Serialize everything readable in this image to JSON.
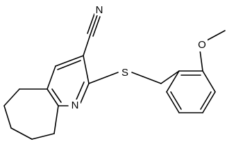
{
  "molecule": {
    "atoms": {
      "nitrile_n": "N",
      "sulfur": "S",
      "ring_n": "N",
      "oxygen": "O"
    }
  },
  "colors": {
    "bond": "#000000",
    "label": "#000000",
    "background": "#ffffff"
  }
}
